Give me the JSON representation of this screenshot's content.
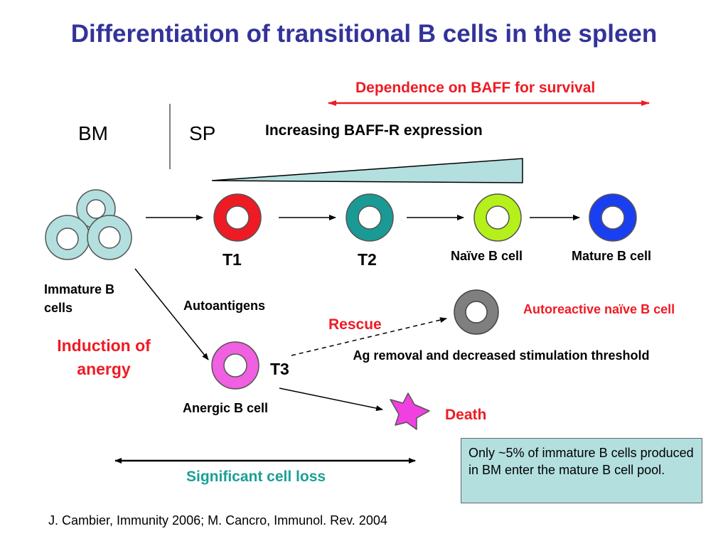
{
  "title": "Differentiation of transitional B cells in the spleen",
  "header": {
    "baff_dependence": "Dependence on BAFF for survival",
    "bm_label": "BM",
    "sp_label": "SP",
    "baffr_expression": "Increasing BAFF-R expression"
  },
  "cells": {
    "immature": "Immature B cells",
    "t1": "T1",
    "t2": "T2",
    "naive": "Naïve B cell",
    "mature": "Mature B cell",
    "t3": "T3",
    "anergic": "Anergic B cell",
    "autoreactive": "Autoreactive naïve B cell"
  },
  "annotations": {
    "autoantigens": "Autoantigens",
    "rescue": "Rescue",
    "induction": "Induction of anergy",
    "ag_removal": "Ag removal and decreased stimulation threshold",
    "death": "Death",
    "cell_loss": "Significant cell loss"
  },
  "note": "Only ~5% of immature B cells produced in BM enter the mature B cell pool.",
  "citation": "J. Cambier, Immunity 2006; M. Cancro, Immunol. Rev. 2004",
  "colors": {
    "title": "#33339a",
    "highlight_red": "#ee1b24",
    "teal_text": "#19a095",
    "immature_cell": "#b3dfdf",
    "t1_cell": "#ee1b24",
    "t2_cell": "#1a9a94",
    "naive_cell": "#b5f01a",
    "mature_cell": "#1a3ff0",
    "t3_cell": "#f060e0",
    "autoreactive_cell": "#7f7f7f",
    "dead_cell": "#f040e0"
  }
}
